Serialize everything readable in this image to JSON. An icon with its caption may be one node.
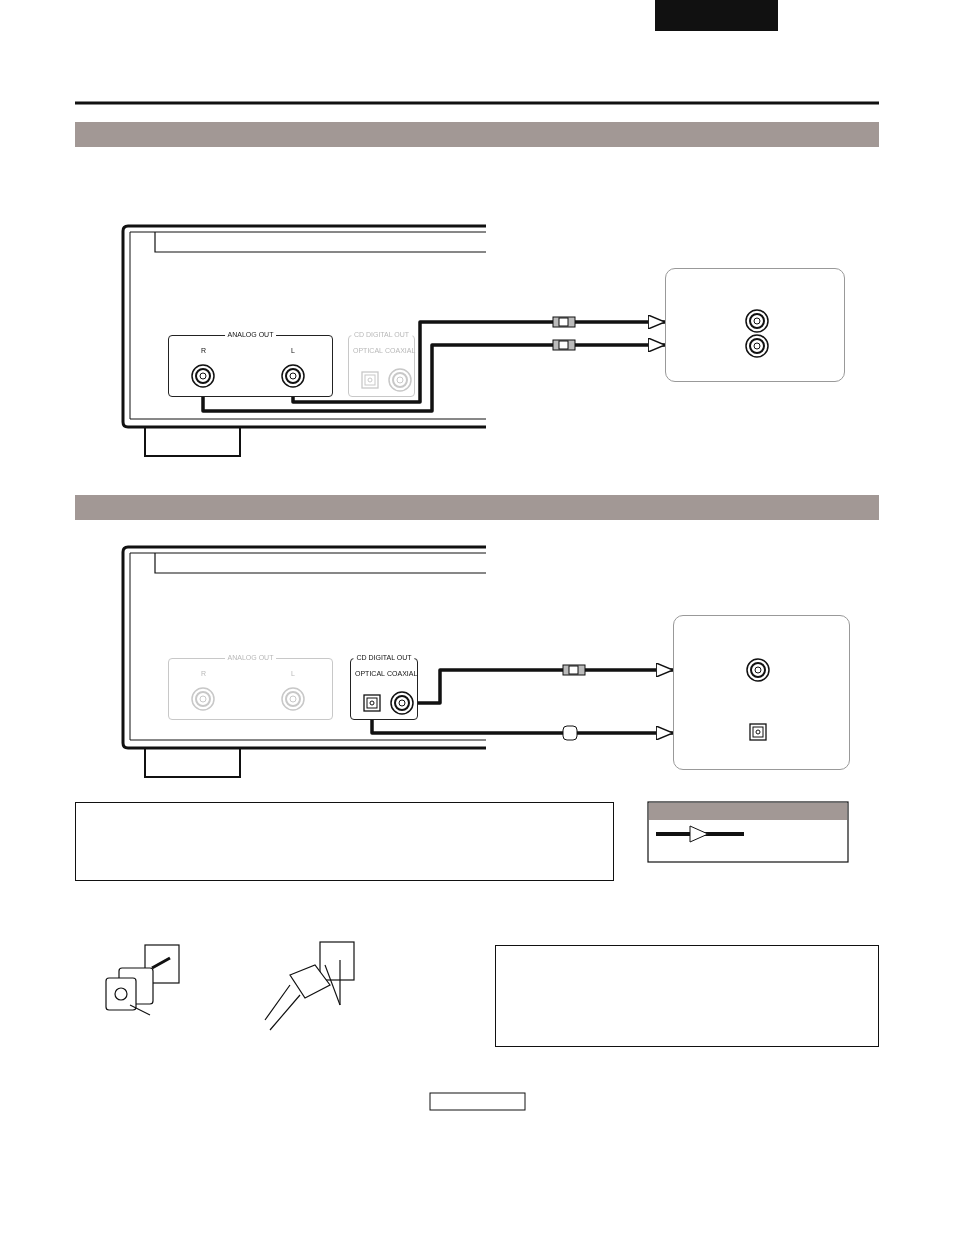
{
  "diagram": {
    "nodes": [
      {
        "text": [
          "ANALOG OUT",
          "R",
          "L"
        ]
      },
      {
        "text": [
          "CD DIGITAL OUT",
          "OPTICAL",
          "COAXIAL"
        ]
      },
      {
        "text": [],
        "shape": "box"
      },
      {
        "text": [
          "ANALOG OUT",
          "R",
          "L"
        ]
      },
      {
        "text": [
          "CD DIGITAL OUT",
          "OPTICAL",
          "COAXIAL"
        ]
      },
      {
        "text": [],
        "shape": "box"
      },
      {
        "text": [],
        "shape": "box"
      },
      {
        "text": [],
        "shape": "box"
      }
    ],
    "edges": [
      {
        "from": 0,
        "to": 2,
        "arrow": "to"
      },
      {
        "from": 0,
        "to": 2,
        "arrow": "to"
      },
      {
        "from": 4,
        "to": 5,
        "arrow": "to"
      },
      {
        "from": 4,
        "to": 5,
        "arrow": "to"
      }
    ]
  }
}
